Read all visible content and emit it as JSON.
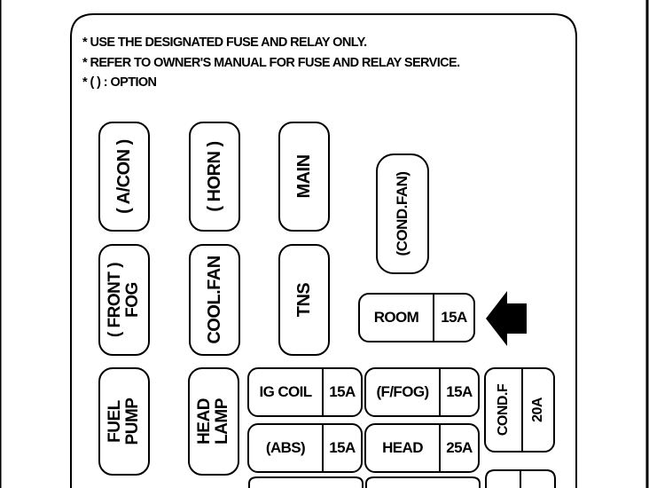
{
  "notes": [
    "* USE THE DESIGNATED FUSE AND RELAY ONLY.",
    "* REFER TO OWNER'S MANUAL FOR FUSE AND RELAY SERVICE.",
    "* ( ) : OPTION"
  ],
  "relays": {
    "acon": "( A/CON )",
    "horn": "( HORN )",
    "main": "MAIN",
    "cond_fan": "(COND.FAN)",
    "front_fog": [
      "( FRONT )",
      "FOG"
    ],
    "cool_fan": "COOL.FAN",
    "tns": "TNS",
    "fuel_pump": [
      "FUEL",
      "PUMP"
    ],
    "head_lamp": [
      "HEAD",
      "LAMP"
    ]
  },
  "fuses": {
    "room": {
      "name": "ROOM",
      "rating": "15A"
    },
    "ig_coil": {
      "name": "IG COIL",
      "rating": "15A"
    },
    "f_fog": {
      "name": "(F/FOG)",
      "rating": "15A"
    },
    "abs": {
      "name": "(ABS)",
      "rating": "15A"
    },
    "head": {
      "name": "HEAD",
      "rating": "25A"
    },
    "cond_f": {
      "name": "COND.F",
      "rating": "20A"
    }
  },
  "colors": {
    "line": "#000000",
    "background": "#ffffff"
  },
  "icons": {
    "pointer": "left-arrow-icon"
  }
}
